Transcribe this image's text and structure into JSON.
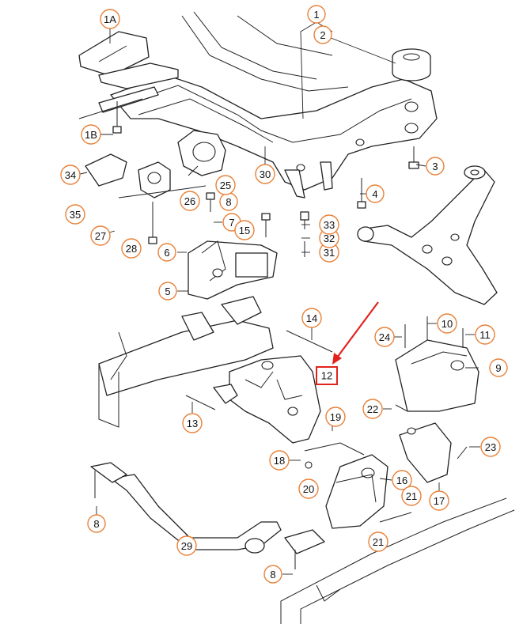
{
  "callouts": [
    {
      "id": "1A",
      "label": "1A"
    },
    {
      "id": "1",
      "label": "1"
    },
    {
      "id": "2",
      "label": "2"
    },
    {
      "id": "1B",
      "label": "1B"
    },
    {
      "id": "3",
      "label": "3"
    },
    {
      "id": "4",
      "label": "4"
    },
    {
      "id": "5",
      "label": "5"
    },
    {
      "id": "6",
      "label": "6"
    },
    {
      "id": "7",
      "label": "7"
    },
    {
      "id": "8a",
      "label": "8"
    },
    {
      "id": "8b",
      "label": "8"
    },
    {
      "id": "8c",
      "label": "8"
    },
    {
      "id": "9",
      "label": "9"
    },
    {
      "id": "10",
      "label": "10"
    },
    {
      "id": "11",
      "label": "11"
    },
    {
      "id": "13",
      "label": "13"
    },
    {
      "id": "14",
      "label": "14"
    },
    {
      "id": "15",
      "label": "15"
    },
    {
      "id": "16",
      "label": "16"
    },
    {
      "id": "17",
      "label": "17"
    },
    {
      "id": "18",
      "label": "18"
    },
    {
      "id": "19",
      "label": "19"
    },
    {
      "id": "20",
      "label": "20"
    },
    {
      "id": "21a",
      "label": "21"
    },
    {
      "id": "21b",
      "label": "21"
    },
    {
      "id": "22",
      "label": "22"
    },
    {
      "id": "23",
      "label": "23"
    },
    {
      "id": "24",
      "label": "24"
    },
    {
      "id": "25",
      "label": "25"
    },
    {
      "id": "26",
      "label": "26"
    },
    {
      "id": "27",
      "label": "27"
    },
    {
      "id": "28",
      "label": "28"
    },
    {
      "id": "29",
      "label": "29"
    },
    {
      "id": "30",
      "label": "30"
    },
    {
      "id": "31",
      "label": "31"
    },
    {
      "id": "32",
      "label": "32"
    },
    {
      "id": "33",
      "label": "33"
    },
    {
      "id": "34",
      "label": "34"
    },
    {
      "id": "35",
      "label": "35"
    }
  ],
  "highlighted": {
    "label": "12",
    "color": "#e0241c"
  },
  "colors": {
    "callout_ring": "#e8823a",
    "line": "#222222",
    "highlight": "#e0241c"
  }
}
